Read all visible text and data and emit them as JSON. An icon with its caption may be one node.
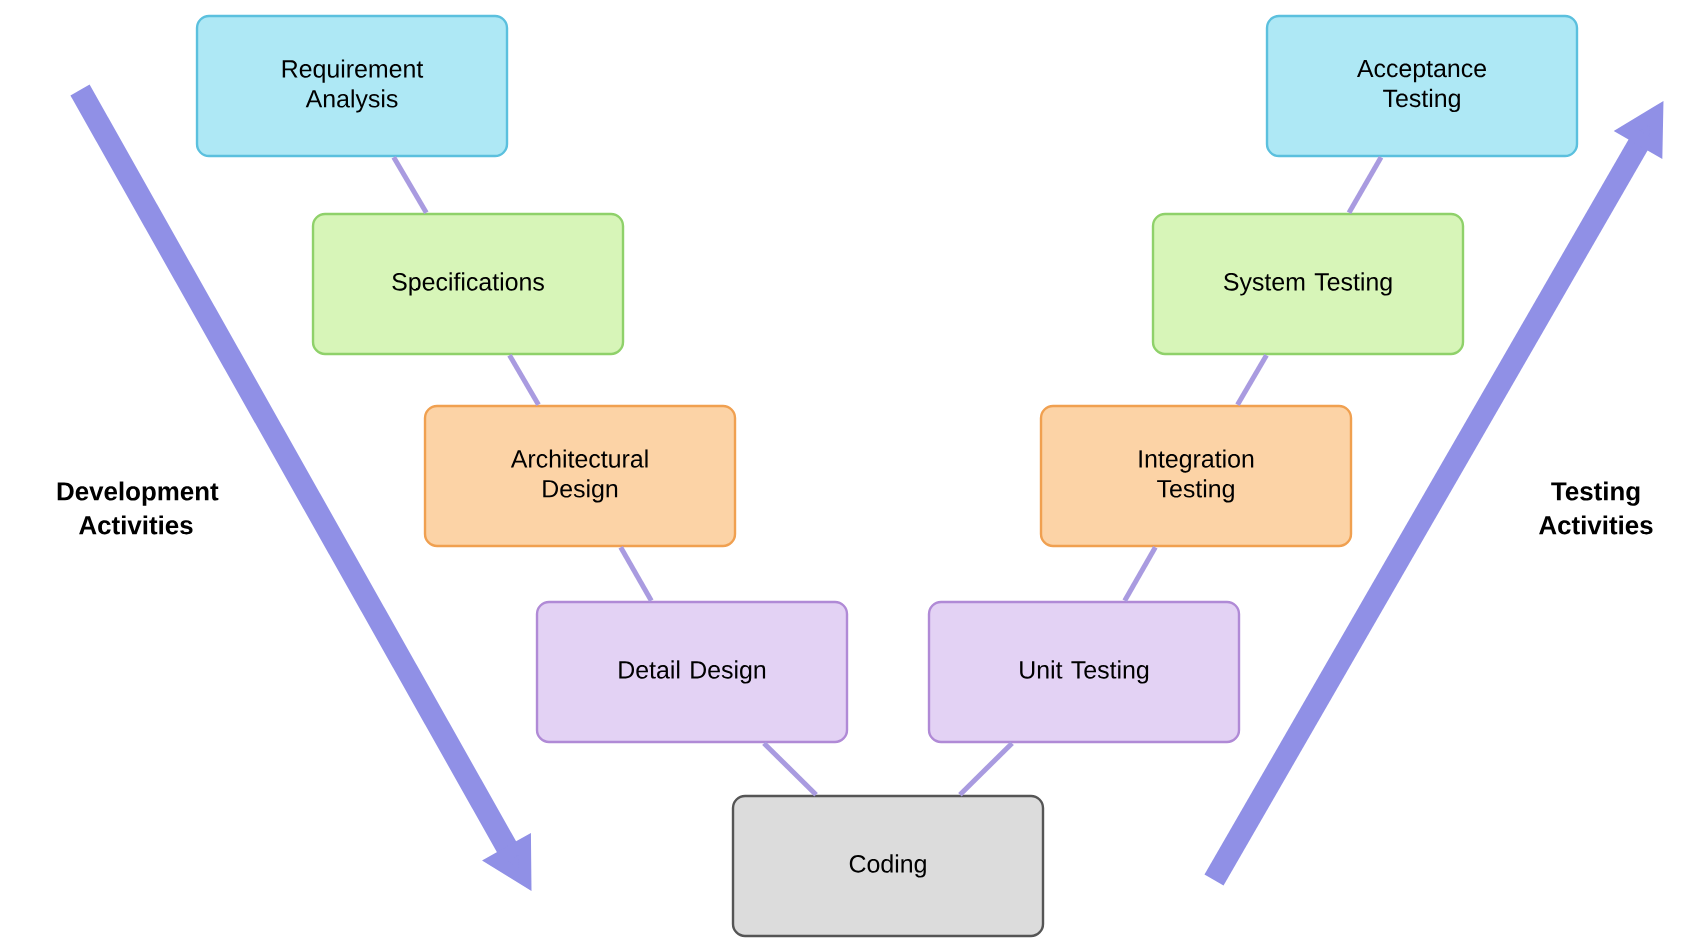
{
  "diagram": {
    "nodes": [
      {
        "text": [
          "Requirement Analysis"
        ]
      },
      {
        "text": [
          "Specifications"
        ]
      },
      {
        "text": [
          "Architectural Design"
        ]
      },
      {
        "text": [
          "Detail Design"
        ]
      },
      {
        "text": [
          "Coding"
        ]
      },
      {
        "text": [
          "Unit Testing"
        ]
      },
      {
        "text": [
          "Integration Testing"
        ]
      },
      {
        "text": [
          "System Testing"
        ]
      },
      {
        "text": [
          "Acceptance Testing"
        ]
      }
    ],
    "edges": [
      {
        "from": 0,
        "to": 1,
        "arrow": "none"
      },
      {
        "from": 1,
        "to": 2,
        "arrow": "none"
      },
      {
        "from": 2,
        "to": 3,
        "arrow": "none"
      },
      {
        "from": 3,
        "to": 4,
        "arrow": "none"
      },
      {
        "from": 4,
        "to": 5,
        "arrow": "none"
      },
      {
        "from": 5,
        "to": 6,
        "arrow": "none"
      },
      {
        "from": 6,
        "to": 7,
        "arrow": "none"
      },
      {
        "from": 7,
        "to": 8,
        "arrow": "none"
      }
    ],
    "labels": [
      "Development Activities",
      "Testing Activities"
    ]
  }
}
